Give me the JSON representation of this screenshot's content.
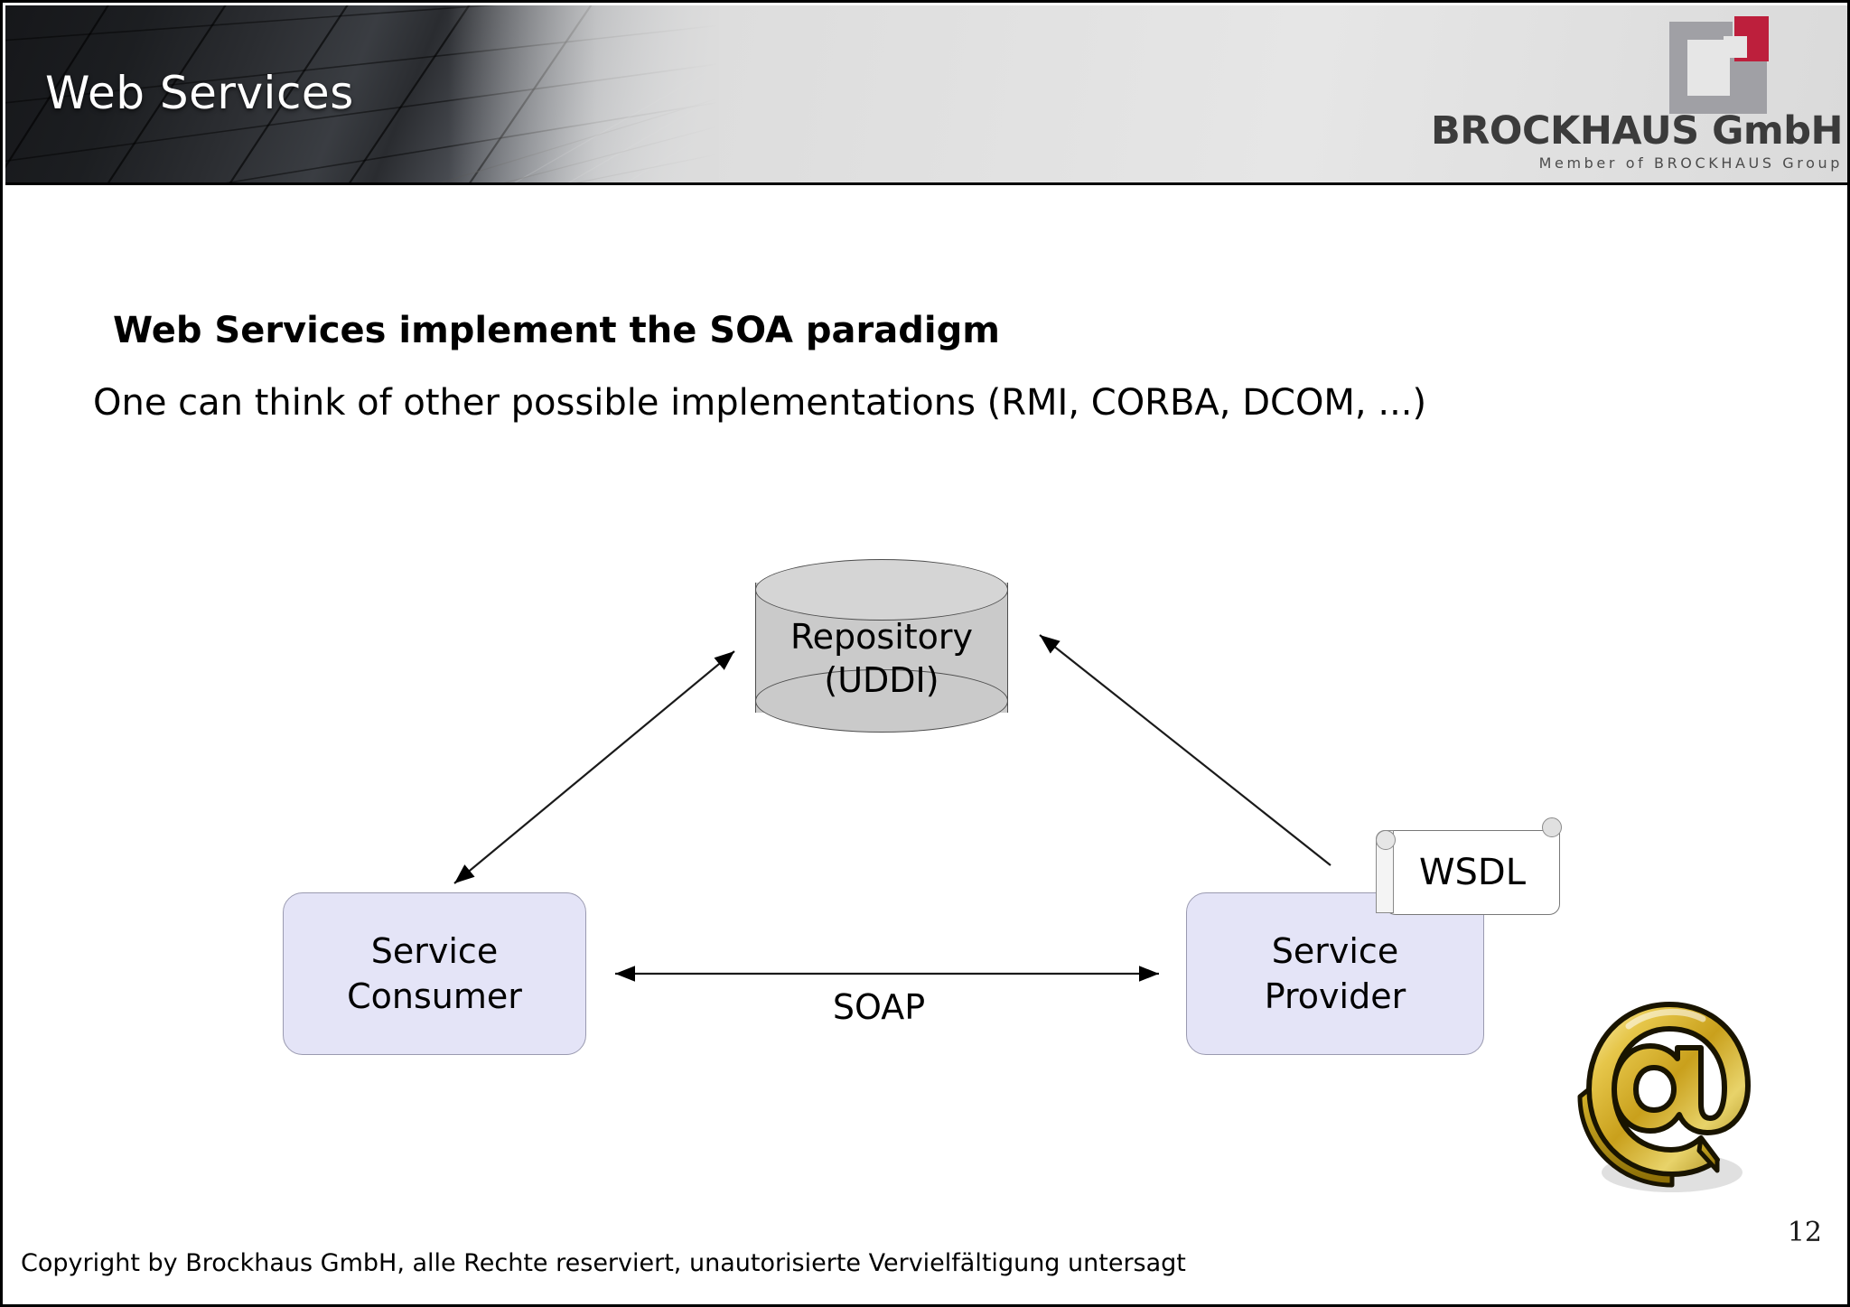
{
  "slide": {
    "header": {
      "title": "Web Services",
      "logo": {
        "company": "BROCKHAUS GmbH",
        "tagline": "Member of BROCKHAUS Group",
        "mark_gray": "#a0a0a5",
        "mark_red": "#bd1f3c"
      }
    },
    "content": {
      "headline": "Web Services implement the SOA paradigm",
      "subline": "One can think of other possible implementations (RMI, CORBA, DCOM, ...)"
    },
    "diagram": {
      "repository": {
        "line1": "Repository",
        "line2": "(UDDI)",
        "fill": "#cacaca"
      },
      "consumer": {
        "line1": "Service",
        "line2": "Consumer",
        "fill": "#e4e4f7"
      },
      "provider": {
        "line1": "Service",
        "line2": "Provider",
        "fill": "#e4e4f7"
      },
      "wsdl_label": "WSDL",
      "soap_label": "SOAP",
      "at_symbol": "at-symbol-icon"
    },
    "footer": {
      "copyright": "Copyright by Brockhaus GmbH, alle Rechte reserviert, unautorisierte Vervielfältigung untersagt",
      "page_number": "12"
    }
  }
}
